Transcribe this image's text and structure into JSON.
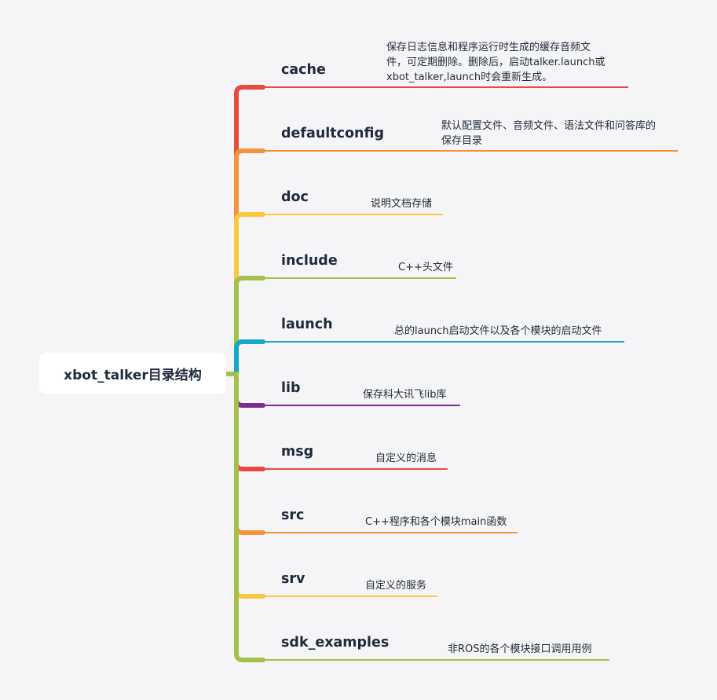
{
  "root": {
    "label": "xbot_talker目录结构"
  },
  "branches": [
    {
      "name": "cache",
      "note": "保存日志信息和程序运行时生成的缓存音频文\n件，可定期删除。删除后，启动talker.launch或\nxbot_talker,launch时会重新生成。",
      "color": "#e8493f"
    },
    {
      "name": "defaultconfig",
      "note": "默认配置文件、音频文件、语法文件和问答库的\n保存目录",
      "color": "#f5913a"
    },
    {
      "name": "doc",
      "note": "说明文档存储",
      "color": "#fbc840"
    },
    {
      "name": "include",
      "note": "C++头文件",
      "color": "#a3c14a"
    },
    {
      "name": "launch",
      "note": "总的launch启动文件以及各个模块的启动文件",
      "color": "#17a8c8"
    },
    {
      "name": "lib",
      "note": "保存科大讯飞lib库",
      "color": "#7b2d8e"
    },
    {
      "name": "msg",
      "note": "自定义的消息",
      "color": "#e8493f"
    },
    {
      "name": "src",
      "note": "C++程序和各个模块main函数",
      "color": "#f5913a"
    },
    {
      "name": "srv",
      "note": "自定义的服务",
      "color": "#fbc840"
    },
    {
      "name": "sdk_examples",
      "note": "非ROS的各个模块接口调用用例",
      "color": "#a3c14a"
    }
  ]
}
